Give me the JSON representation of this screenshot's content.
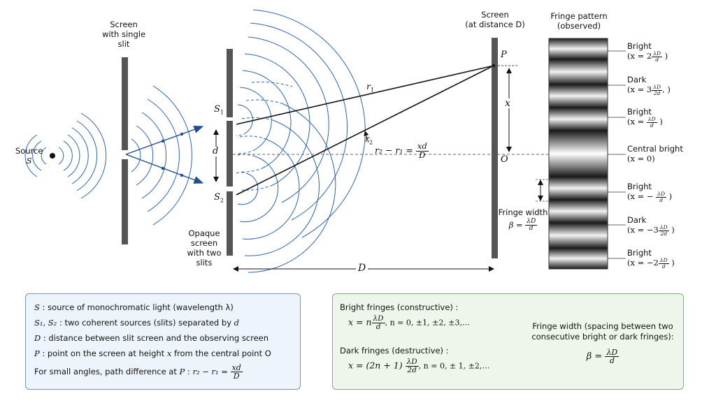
{
  "labels": {
    "source": "Source",
    "source_sym": "S",
    "single_slit": "Screen\nwith single\nslit",
    "s1": "S",
    "s1_sub": "1",
    "s2": "S",
    "s2_sub": "2",
    "d": "d",
    "opaque": "Opaque\nscreen\nwith two\nslits",
    "r1": "r",
    "r1_sub": "1",
    "r2": "r",
    "r2_sub": "2",
    "path_diff_lhs": "r₂ − r₁ =",
    "path_diff_num": "xd",
    "path_diff_den": "D",
    "big_d": "D",
    "screen_title": "Screen\n(at distance D)",
    "point_p": "P",
    "point_o": "O",
    "x": "x",
    "fringe_width_label": "Fringe width",
    "fringe_width_lhs": "β =",
    "fringe_width_num": "λD",
    "fringe_width_den": "d",
    "pattern_title": "Fringe pattern\n(observed)"
  },
  "fringes": [
    {
      "name": "Bright",
      "pre": "(x = 2",
      "num": "λD",
      "den": "d",
      "post": " )"
    },
    {
      "name": "Dark",
      "pre": "(x = 3",
      "num": "λD",
      "den": "2d",
      "post": ",  )"
    },
    {
      "name": "Bright",
      "pre": "(x = ",
      "num": "λD",
      "den": "d",
      "post": " )"
    },
    {
      "name": "Central bright",
      "pre": "(x = 0)",
      "num": "",
      "den": "",
      "post": ""
    },
    {
      "name": "Bright",
      "pre": "(x = − ",
      "num": "λD",
      "den": "d",
      "post": "  )"
    },
    {
      "name": "Dark",
      "pre": "(x = −3",
      "num": "λD",
      "den": "2d",
      "post": "  )"
    },
    {
      "name": "Bright",
      "pre": "(x = −2",
      "num": "λD",
      "den": "d",
      "post": "  )"
    }
  ],
  "legend_left": {
    "l1_sym": "S",
    "l1_text": " : source of monochromatic light (wavelength λ)",
    "l2_sym": "S₁, S₂",
    "l2_text": " : two coherent sources (slits) separated by ",
    "l2_tail": "d",
    "l3_sym": "D",
    "l3_text": " : distance between slit screen and the observing screen",
    "l4_sym": "P",
    "l4_text": " : point on the screen at height ",
    "l4_x": "x",
    "l4_tail": " from the central point O",
    "l5_text": "For small angles, path difference at ",
    "l5_p": "P",
    "l5_colon": " :  ",
    "l5_lhs": "r₂ − r₁ =",
    "l5_num": "xd",
    "l5_den": "D"
  },
  "legend_right": {
    "bright_title": "Bright fringes (constructive) :",
    "bright_lhs": "x = n",
    "bright_num": "λD",
    "bright_den": "d",
    "bright_n": ",     n = 0,  ±1, ±2, ±3,…",
    "dark_title": "Dark fringes (destructive) :",
    "dark_lhs": "x = (2n + 1) ",
    "dark_num": "λD",
    "dark_den": "2d",
    "dark_n": ",  n = 0,  ± 1,  ±2,…",
    "fw_title": "Fringe width (spacing between two\nconsecutive bright or dark fringes):",
    "fw_lhs": "β =",
    "fw_num": "λD",
    "fw_den": "d"
  },
  "colors": {
    "wave": "#2f63a8",
    "screen": "#555555",
    "ray": "#1f4f8c",
    "left_box_bg": "#eef4fb",
    "right_box_bg": "#eef6ec"
  }
}
